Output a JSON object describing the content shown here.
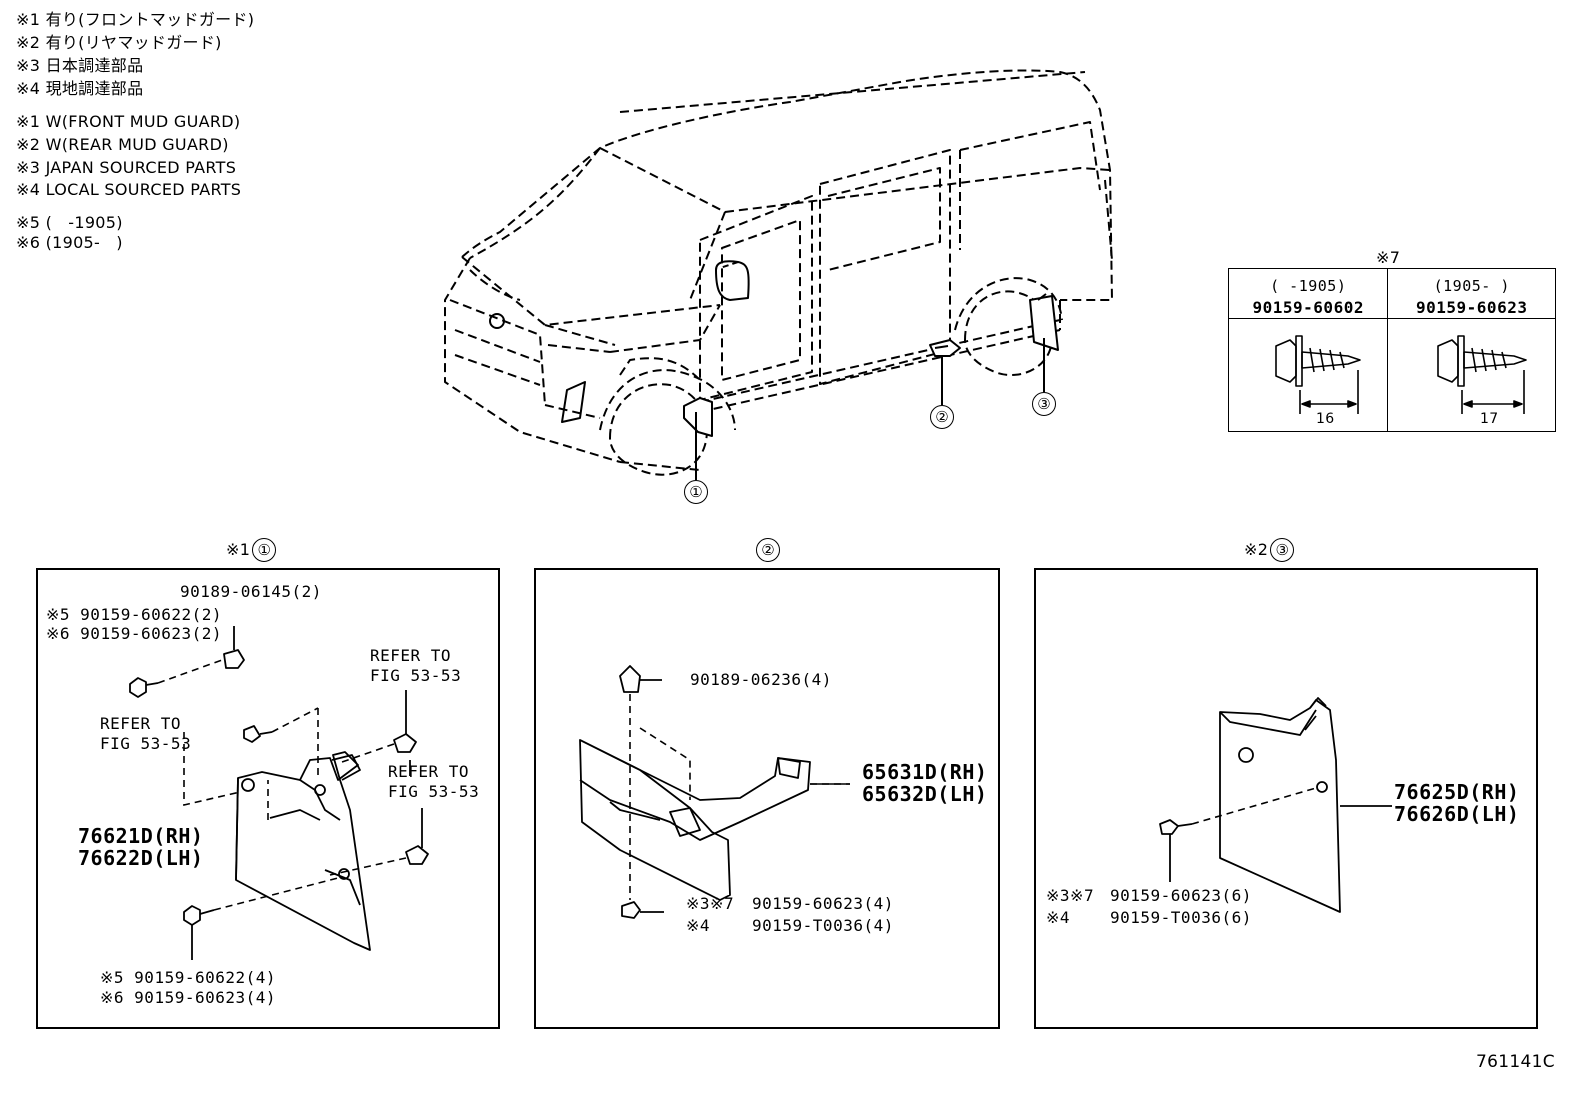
{
  "legend_jp": [
    "※1 有り(フロントマッドガード)",
    "※2 有り(リヤマッドガード)",
    "※3 日本調達部品",
    "※4 現地調達部品"
  ],
  "legend_en": [
    "※1 W(FRONT MUD GUARD)",
    "※2 W(REAR MUD GUARD)",
    "※3 JAPAN SOURCED PARTS",
    "※4 LOCAL SOURCED PARTS"
  ],
  "legend_dates": [
    "※5 (   -1905)",
    "※6 (1905-   )"
  ],
  "callouts": [
    "①",
    "②",
    "③"
  ],
  "screw_table": {
    "title": "※7",
    "columns": [
      {
        "date": "(   -1905)",
        "part": "90159-60602",
        "length": "16"
      },
      {
        "date": "(1905-   )",
        "part": "90159-60623",
        "length": "17"
      }
    ]
  },
  "panel1": {
    "header_mark": "※1",
    "header_circle": "①",
    "labels": {
      "clip_top": "90189-06145(2)",
      "bolt_top_5": "※5 90159-60622(2)",
      "bolt_top_6": "※6 90159-60623(2)",
      "refer_left_1": "REFER TO",
      "refer_left_2": "FIG 53-53",
      "refer_tr_1": "REFER TO",
      "refer_tr_2": "FIG 53-53",
      "refer_r_1": "REFER TO",
      "refer_r_2": "FIG 53-53",
      "part_rh": "76621D(RH)",
      "part_lh": "76622D(LH)",
      "bolt_bot_5": "※5 90159-60622(4)",
      "bolt_bot_6": "※6 90159-60623(4)"
    }
  },
  "panel2": {
    "header_circle": "②",
    "labels": {
      "clip": "90189-06236(4)",
      "part_rh": "65631D(RH)",
      "part_lh": "65632D(LH)",
      "screw_mark": "※3※7",
      "screw_part": "90159-60623(4)",
      "local_mark": "※4",
      "local_part": "90159-T0036(4)"
    }
  },
  "panel3": {
    "header_mark": "※2",
    "header_circle": "③",
    "labels": {
      "part_rh": "76625D(RH)",
      "part_lh": "76626D(LH)",
      "screw_mark": "※3※7",
      "screw_part": "90159-60623(6)",
      "local_mark": "※4",
      "local_part": "90159-T0036(6)"
    }
  },
  "figure_id": "761141C"
}
